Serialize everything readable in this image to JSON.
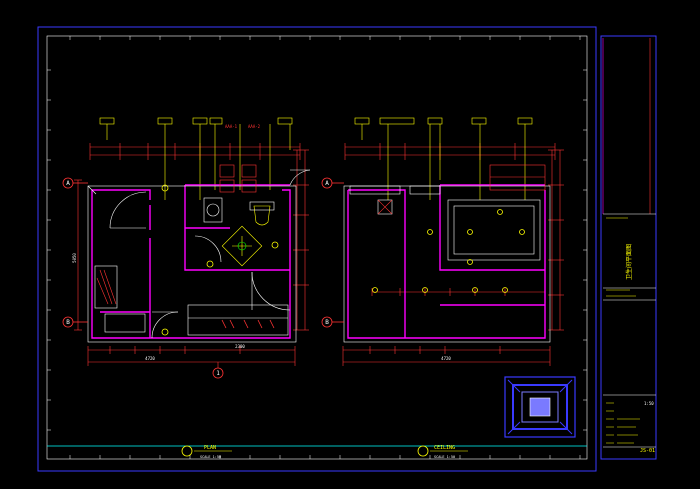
{
  "colors": {
    "background": "#000000",
    "frame": "#3a3aff",
    "wall": "#ff00ff",
    "dimension": "#ff3333",
    "fixture": "#ffffff",
    "accent": "#ffff00",
    "cyan": "#00ffff",
    "green": "#00ff00"
  },
  "plan": {
    "title": "PLAN",
    "scale": "SCALE 1:50",
    "grid_a": "A",
    "grid_b": "B",
    "grid_1": "1",
    "dim_total_bottom": "4720",
    "dim_seg_bottom": "2300",
    "dim_total_left": "5050"
  },
  "ceiling": {
    "title": "CEILING",
    "scale": "SCALE 1:50",
    "grid_a": "A",
    "grid_b": "B",
    "dim_total_bottom": "4720"
  },
  "title_block": {
    "drawing_title": "卫生间平面图",
    "drawing_no": "JS-01",
    "scale_val": "1:50"
  }
}
